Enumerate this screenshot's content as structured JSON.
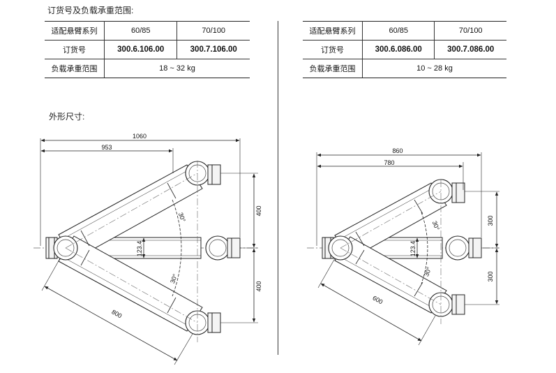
{
  "order_heading": "订货号及负载承重范围:",
  "dims_heading": "外形尺寸:",
  "tables": [
    {
      "row_label_arm": "适配悬臂系列",
      "arm_series": [
        "60/85",
        "70/100"
      ],
      "row_label_order": "订货号",
      "order_numbers": [
        "300.6.106.00",
        "300.7.106.00"
      ],
      "row_label_load": "负载承重范围",
      "load_range": "18 ~ 32 kg"
    },
    {
      "row_label_arm": "适配悬臂系列",
      "arm_series": [
        "60/85",
        "70/100"
      ],
      "row_label_order": "订货号",
      "order_numbers": [
        "300.6.086.00",
        "300.7.086.00"
      ],
      "row_label_load": "负载承重范围",
      "load_range": "10 ~ 28 kg"
    }
  ],
  "drawings": [
    {
      "overall_width": "1060",
      "inner_width": "953",
      "arm_length": "800",
      "vertical_offset_top": "400",
      "vertical_offset_bottom": "400",
      "bar_height": "123.4",
      "angle_top": "30°",
      "angle_bottom": "30°"
    },
    {
      "overall_width": "860",
      "inner_width": "780",
      "arm_length": "600",
      "vertical_offset_top": "300",
      "vertical_offset_bottom": "300",
      "bar_height": "123.4",
      "angle_top": "30°",
      "angle_bottom": "30°"
    }
  ]
}
